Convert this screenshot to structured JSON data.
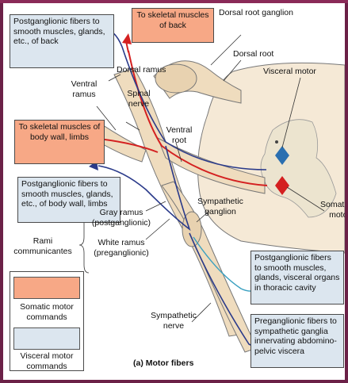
{
  "boxes": {
    "back": "Postganglionic fibers to smooth muscles, glands, etc., of back",
    "skeletal_back": "To skeletal muscles of back",
    "skeletal_body_wall": "To skeletal muscles of body wall, limbs",
    "body_wall": "Postganglionic fibers to smooth muscles, glands, etc., of body wall, limbs",
    "thoracic": "Postganglionic fibers to smooth muscles, glands, visceral organs in thoracic cavity",
    "abdomino": "Preganglionic fibers to sympathetic ganglia innervating abdomino-pelvic viscera"
  },
  "labels": {
    "drg": "Dorsal root ganglion",
    "dorsal_root": "Dorsal root",
    "visceral_motor": "Visceral motor",
    "dorsal_ramus": "Dorsal ramus",
    "ventral_ramus": "Ventral ramus",
    "spinal_nerve": "Spinal nerve",
    "ventral_root": "Ventral root",
    "symp_ganglion": "Sympathetic ganglion",
    "somatic_motor_1": "Somatic",
    "somatic_motor_2": "motor",
    "rami": "Rami communicantes",
    "gray_ramus": "Gray ramus (postganglionic)",
    "white_ramus": "White ramus (preganglionic)",
    "symp_nerve": "Sympathetic nerve"
  },
  "legend": {
    "somatic": "Somatic motor commands",
    "visceral": "Visceral motor commands"
  },
  "caption": "(a) Motor fibers",
  "colors": {
    "frame": "#6b2147",
    "somatic_fill": "#f7a886",
    "visceral_fill": "#dce6ef",
    "somatic_fiber": "#d42020",
    "visceral_fiber": "#2a3a8a"
  }
}
